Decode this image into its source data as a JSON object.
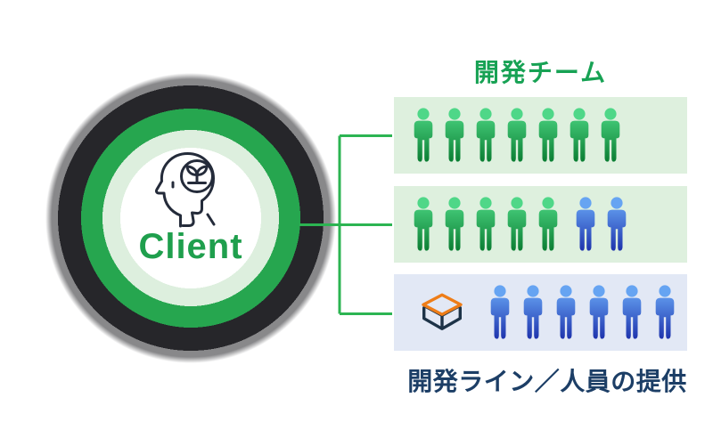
{
  "canvas": {
    "background": "#ffffff"
  },
  "client_circle": {
    "label": "Client",
    "label_color": "#1f9f4d",
    "icon": "head-with-plant-icon",
    "icon_color": "#242b3a",
    "rings": {
      "center": "#ffffff",
      "inner_ring": "#ddefde",
      "green_ring": "#26a64f",
      "outer_ring": "#26262a"
    }
  },
  "connector": {
    "color": "#2cb452"
  },
  "top_label": {
    "text": "開発チーム",
    "color": "#17a254"
  },
  "bottom_label": {
    "text": "開発ライン／人員の提供",
    "color": "#1c3e66"
  },
  "rows": [
    {
      "name": "dev-team-row-1",
      "background": "#def0de",
      "has_cube": false,
      "members": [
        {
          "color": "green"
        },
        {
          "color": "green"
        },
        {
          "color": "green"
        },
        {
          "color": "green"
        },
        {
          "color": "green"
        },
        {
          "color": "green"
        },
        {
          "color": "green"
        }
      ]
    },
    {
      "name": "dev-team-row-2",
      "background": "#def0de",
      "has_cube": false,
      "members": [
        {
          "color": "green"
        },
        {
          "color": "green"
        },
        {
          "color": "green"
        },
        {
          "color": "green"
        },
        {
          "color": "green"
        },
        {
          "color": "blue",
          "gap_before": 7
        },
        {
          "color": "blue"
        }
      ]
    },
    {
      "name": "dev-line-row",
      "background": "#e2e8f5",
      "has_cube": true,
      "members": [
        {
          "color": "blue"
        },
        {
          "color": "blue"
        },
        {
          "color": "blue"
        },
        {
          "color": "blue"
        },
        {
          "color": "blue"
        },
        {
          "color": "blue"
        }
      ]
    }
  ],
  "person_colors": {
    "green": {
      "head": "#4fd788",
      "body_top": "#3fc473",
      "body_bottom": "#0b7e33"
    },
    "blue": {
      "head": "#66a4f2",
      "body_top": "#5b92e8",
      "body_bottom": "#1e33ad"
    }
  },
  "cube_icon": {
    "top_color": "#ee7d18",
    "edge_color": "#1d3348"
  }
}
